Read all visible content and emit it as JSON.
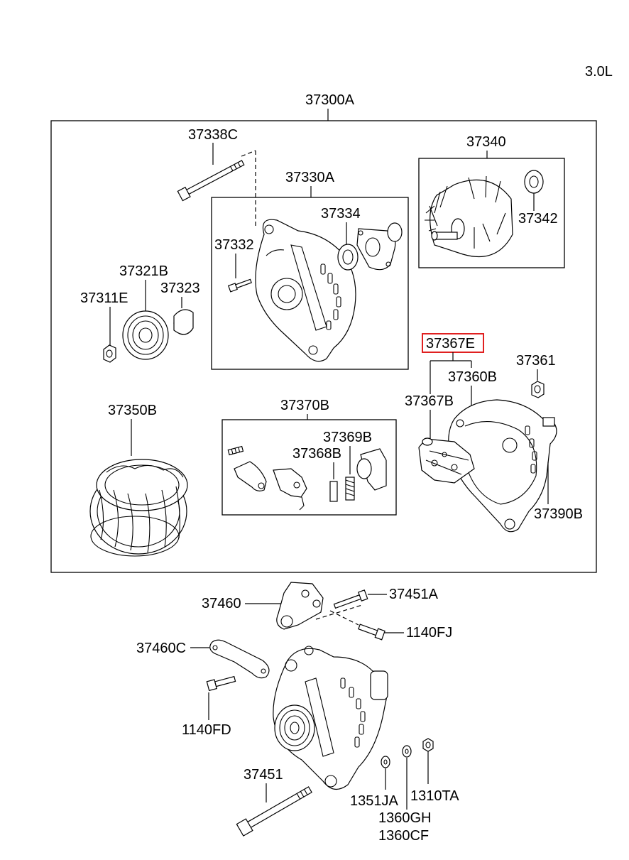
{
  "engine": "3.0L",
  "labels": {
    "p37300A": "37300A",
    "p37338C": "37338C",
    "p37330A": "37330A",
    "p37334": "37334",
    "p37332": "37332",
    "p37340": "37340",
    "p37342": "37342",
    "p37321B": "37321B",
    "p37323": "37323",
    "p37311E": "37311E",
    "p37367E": "37367E",
    "p37361": "37361",
    "p37360B": "37360B",
    "p37367B": "37367B",
    "p37350B": "37350B",
    "p37370B": "37370B",
    "p37369B": "37369B",
    "p37368B": "37368B",
    "p37390B": "37390B",
    "p37460": "37460",
    "p37451A": "37451A",
    "p1140FJ": "1140FJ",
    "p37460C": "37460C",
    "p1140FD": "1140FD",
    "p37451": "37451",
    "p1351JA": "1351JA",
    "p1360GH": "1360GH",
    "p1360CF": "1360CF",
    "p1310TA": "1310TA"
  },
  "highlight": {
    "part": "37367E",
    "color": "#e02020"
  }
}
